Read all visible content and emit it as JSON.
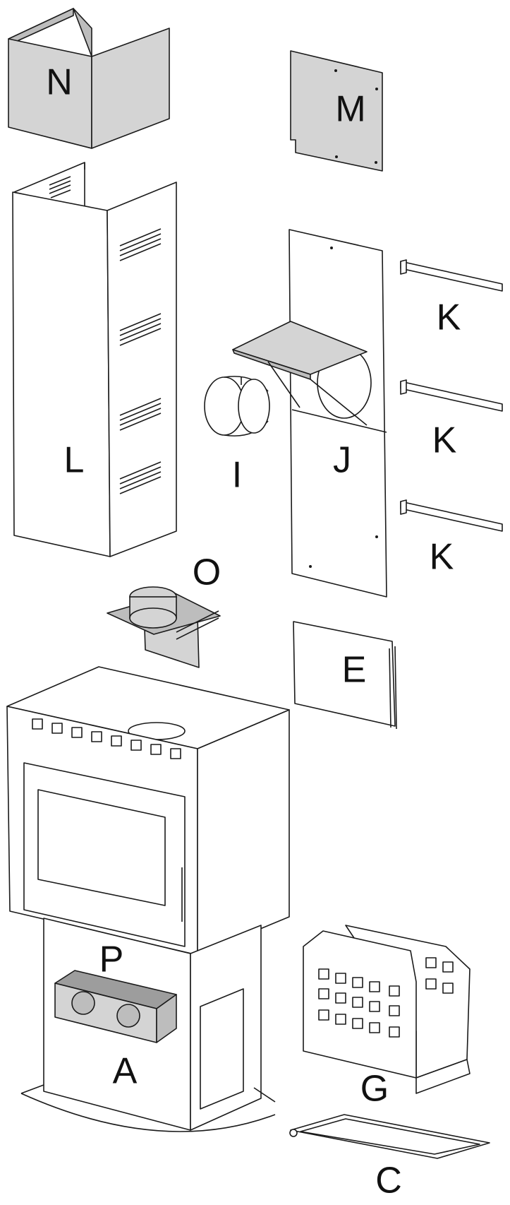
{
  "labels": {
    "N": "N",
    "M": "M",
    "L": "L",
    "K1": "K",
    "K2": "K",
    "K3": "K",
    "J": "J",
    "I": "I",
    "O": "O",
    "E": "E",
    "P": "P",
    "A": "A",
    "G": "G",
    "C": "C"
  }
}
